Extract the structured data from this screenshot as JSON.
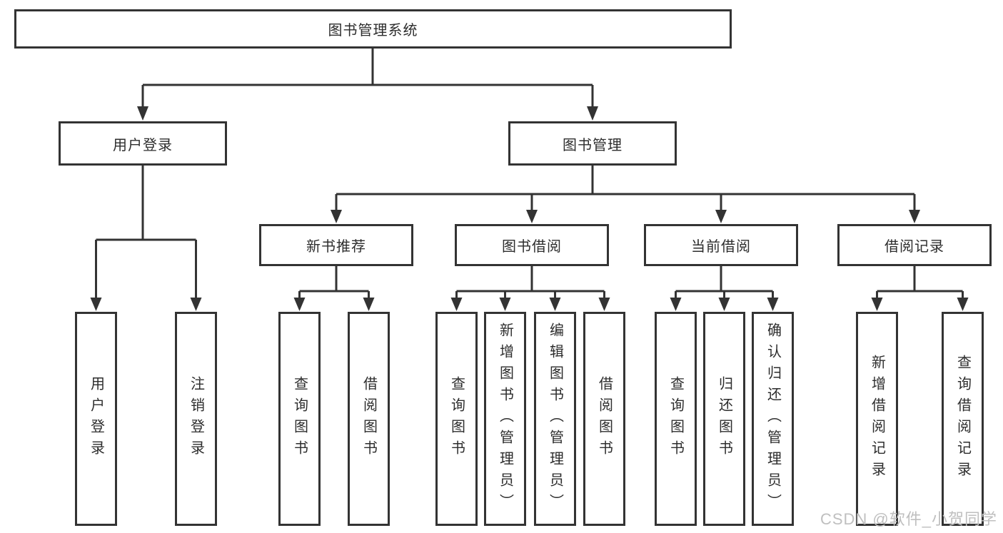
{
  "tree": {
    "root": {
      "label": "图书管理系统"
    },
    "branches": [
      {
        "label": "用户登录",
        "children": [
          {
            "label": "用户登录"
          },
          {
            "label": "注销登录"
          }
        ]
      },
      {
        "label": "图书管理",
        "children": [
          {
            "label": "新书推荐",
            "children": [
              {
                "label": "查询图书"
              },
              {
                "label": "借阅图书"
              }
            ]
          },
          {
            "label": "图书借阅",
            "children": [
              {
                "label": "查询图书"
              },
              {
                "label": "新增图书（管理员）"
              },
              {
                "label": "编辑图书（管理员）"
              },
              {
                "label": "借阅图书"
              }
            ]
          },
          {
            "label": "当前借阅",
            "children": [
              {
                "label": "查询图书"
              },
              {
                "label": "归还图书"
              },
              {
                "label": "确认归还（管理员）"
              }
            ]
          },
          {
            "label": "借阅记录",
            "children": [
              {
                "label": "新增借阅记录"
              },
              {
                "label": "查询借阅记录"
              }
            ]
          }
        ]
      }
    ]
  },
  "watermark": {
    "text": "CSDN @软件_小贺同学"
  },
  "colors": {
    "line": "#333333",
    "border": "#333333",
    "text": "#2d2d2d",
    "watermark": "#bfbfbf",
    "background": "#ffffff"
  }
}
